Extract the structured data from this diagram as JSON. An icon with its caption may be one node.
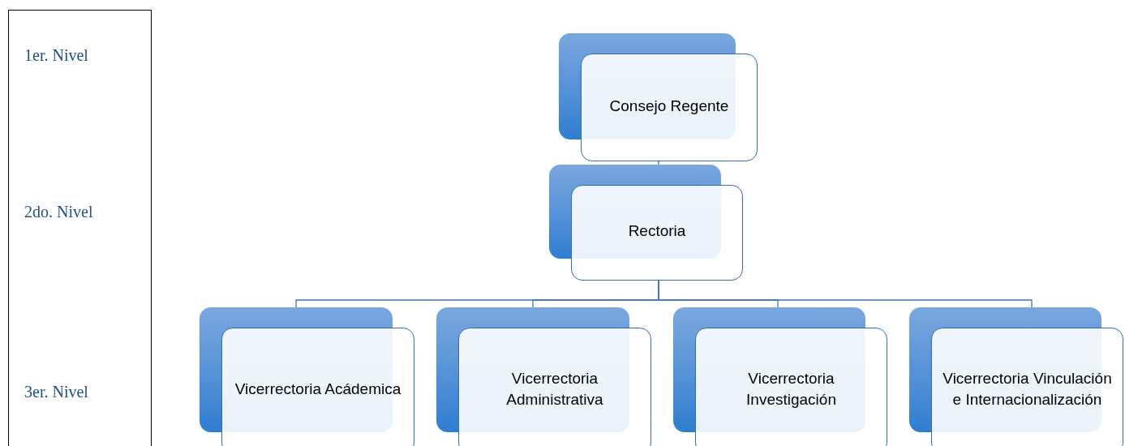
{
  "diagram": {
    "nodes": [
      {
        "text": [
          "1er. Nivel",
          "2do. Nivel",
          "3er. Nivel"
        ]
      },
      {
        "text": [
          "Consejo Regente"
        ]
      },
      {
        "text": [
          "Rectoria"
        ]
      },
      {
        "text": [
          "Vicerrectoria Acádemica"
        ]
      },
      {
        "text": [
          "Vicerrectoria Administrativa"
        ]
      },
      {
        "text": [
          "Vicerrectoria Investigación"
        ]
      },
      {
        "text": [
          "Vicerrectoria Vinculación e Internacionalización"
        ]
      }
    ],
    "edges": [
      {
        "from": 1,
        "to": 2,
        "arrow": "none"
      },
      {
        "from": 2,
        "to": 3,
        "arrow": "none"
      },
      {
        "from": 2,
        "to": 4,
        "arrow": "none"
      },
      {
        "from": 2,
        "to": 5,
        "arrow": "none"
      },
      {
        "from": 2,
        "to": 6,
        "arrow": "none"
      }
    ]
  }
}
